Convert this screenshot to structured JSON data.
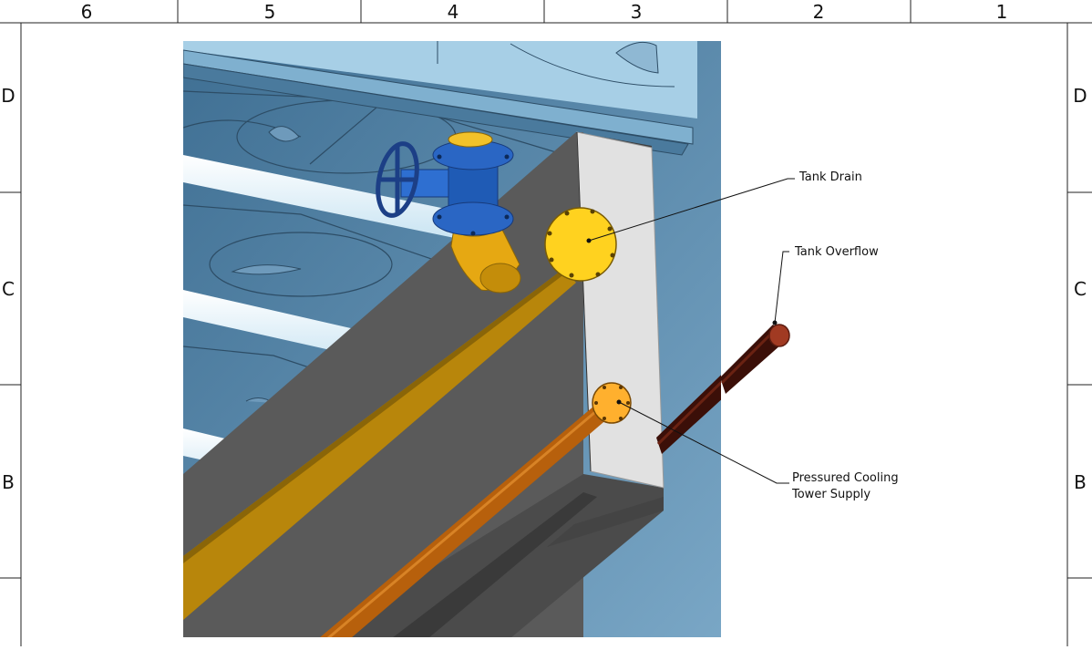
{
  "drawing": {
    "column_labels": [
      "6",
      "5",
      "4",
      "3",
      "2",
      "1"
    ],
    "row_labels": [
      "D",
      "C",
      "B"
    ],
    "callouts": {
      "tank_drain": "Tank Drain",
      "tank_overflow": "Tank Overflow",
      "cooling_supply_line1": "Pressured Cooling",
      "cooling_supply_line2": "Tower Supply"
    },
    "colors": {
      "drain_pipe": "#d8a20f",
      "drain_flange": "#ffd21f",
      "supply_pipe": "#c8700c",
      "supply_flange": "#ffb02e",
      "overflow_pipe": "#4a140c",
      "valve": "#1f5bb5",
      "tank_panel": "#5b8db0",
      "housing": "#575757",
      "housing_face": "#e2e2e2"
    },
    "icons": [
      "handwheel-icon"
    ]
  }
}
